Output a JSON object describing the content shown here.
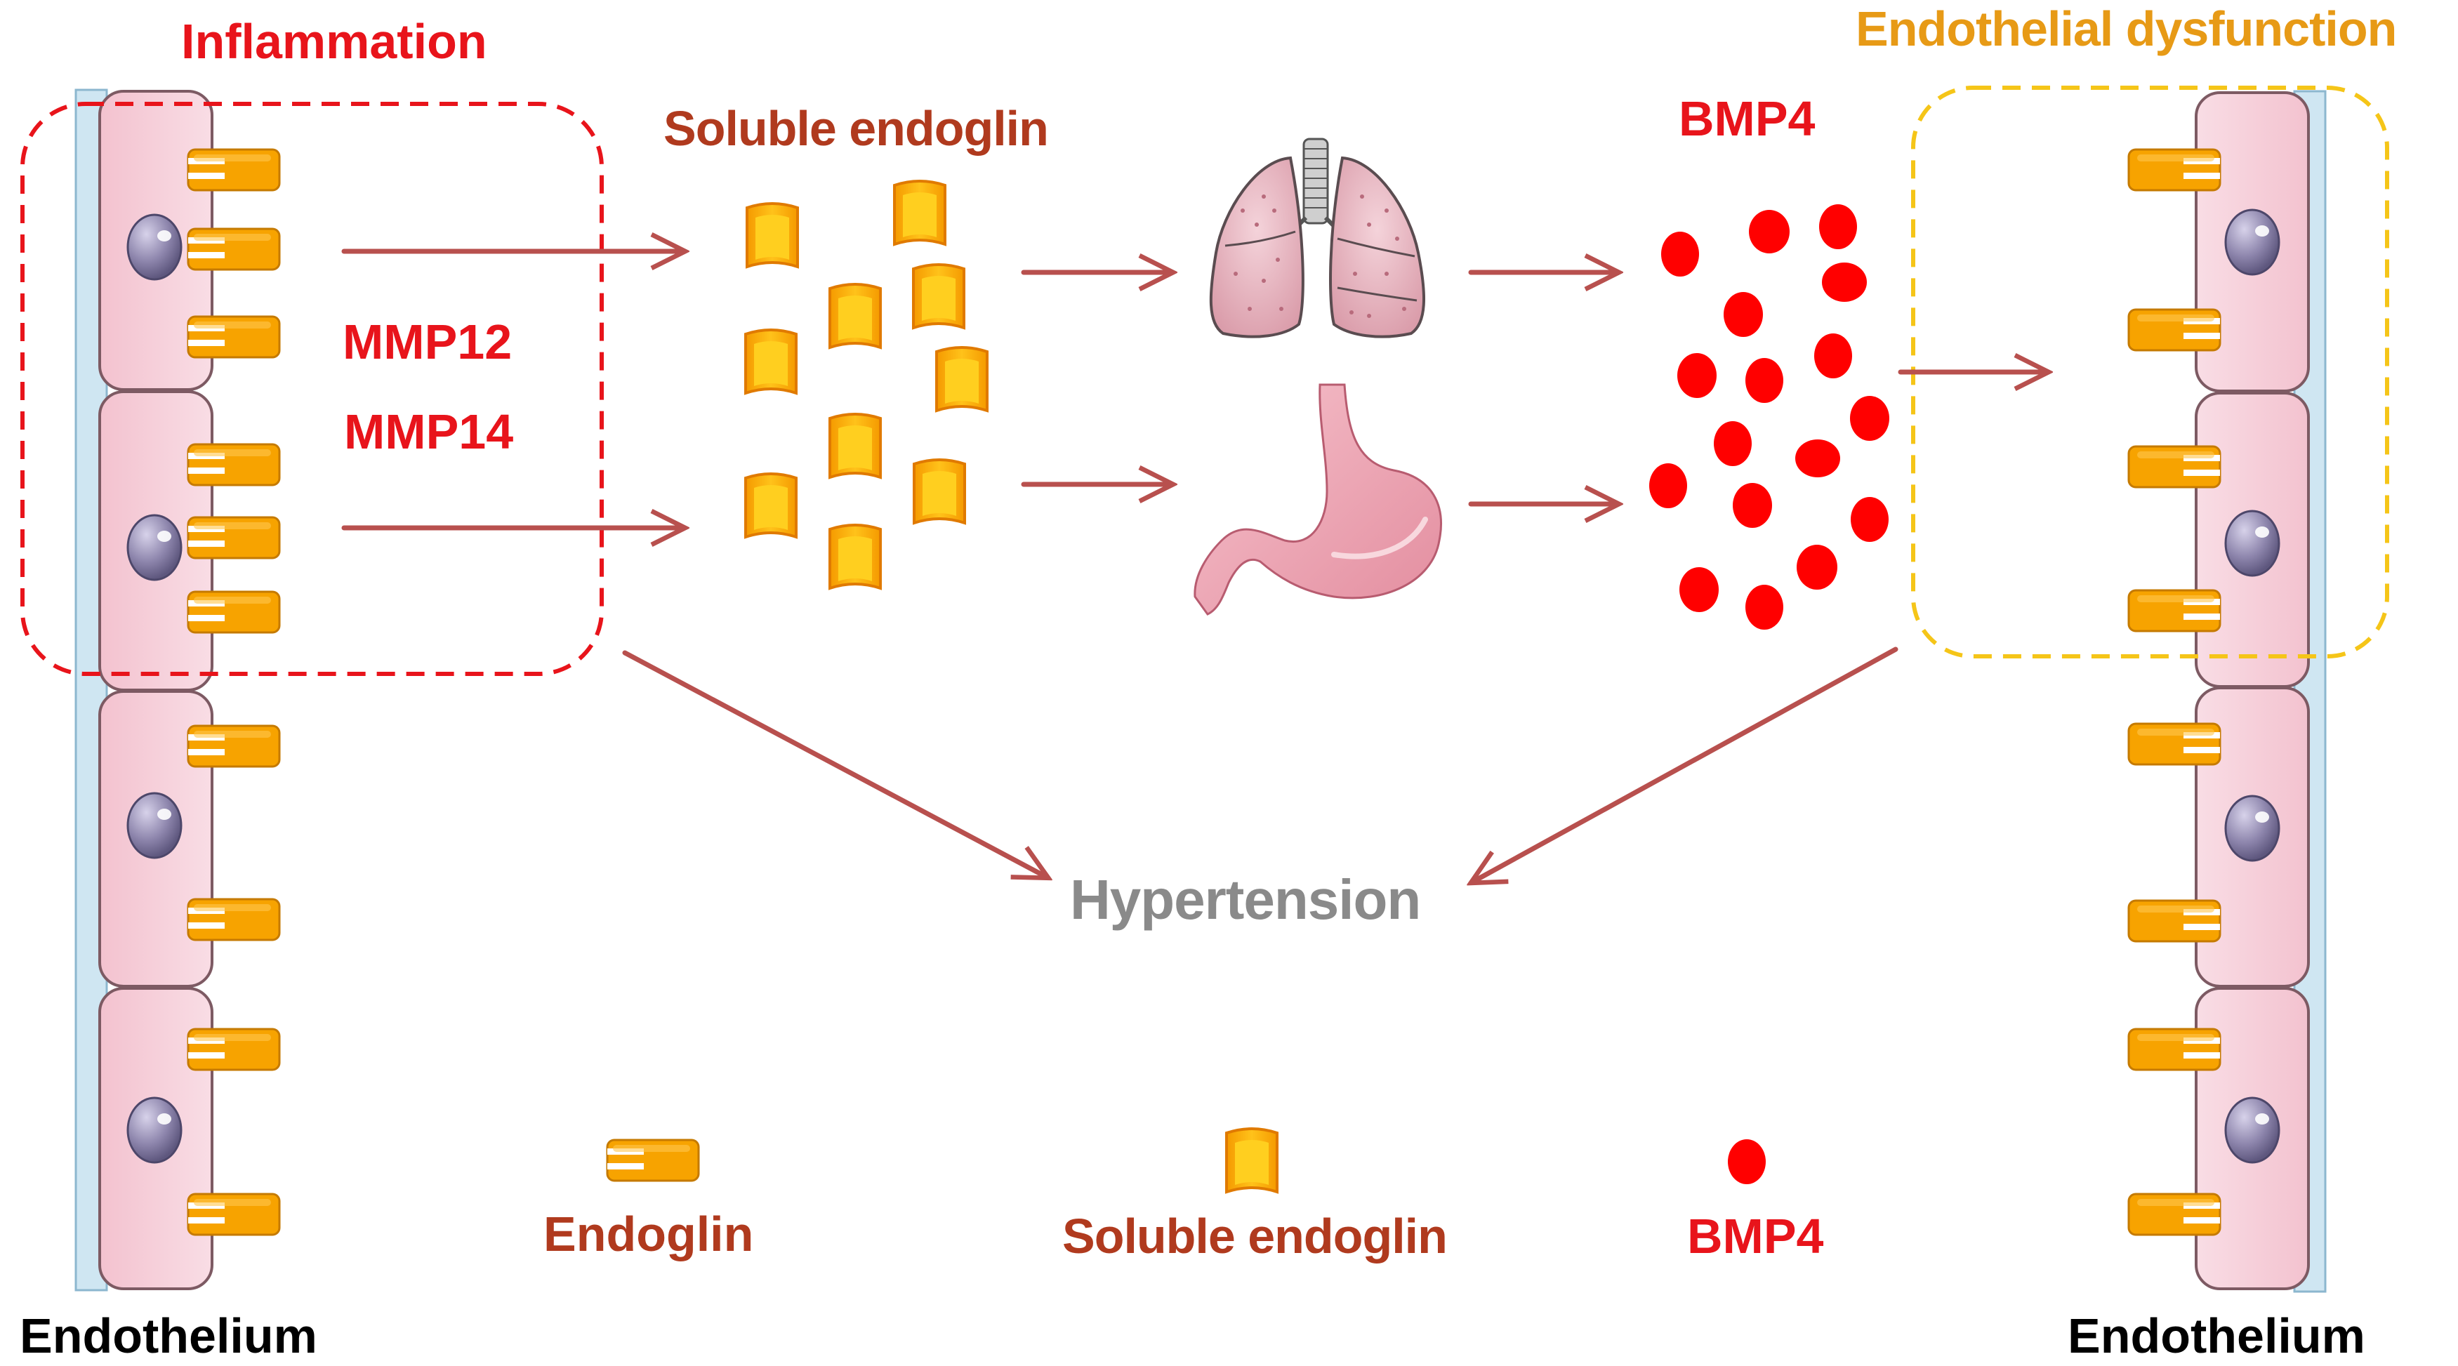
{
  "labels": {
    "inflammation": "Inflammation",
    "endothelial_dysfunction": "Endothelial dysfunction",
    "soluble_endoglin_top": "Soluble endoglin",
    "bmp4_top": "BMP4",
    "mmp12": "MMP12",
    "mmp14": "MMP14",
    "hypertension": "Hypertension",
    "endothelium_left": "Endothelium",
    "endothelium_right": "Endothelium"
  },
  "legend": {
    "endoglin": "Endoglin",
    "soluble_endoglin": "Soluble endoglin",
    "bmp4": "BMP4"
  },
  "colors": {
    "inflammation_box": "#e8141b",
    "dysfunction_box": "#f5c518",
    "arrow": "#b8504e",
    "cell_fill": "#f6cfd9",
    "cell_border": "#7d5a63",
    "membrane": "#cfe6f2",
    "nucleus": "#8e86ad",
    "endoglin": "#f7a300",
    "soluble_endoglin": "#ffbf00",
    "bmp4": "#ff0000",
    "lung": "#e9b9c3",
    "stomach": "#f0aab7"
  },
  "icons": [
    "endothelial-cell-icon",
    "nucleus-icon",
    "endoglin-icon",
    "soluble-endoglin-icon",
    "bmp4-icon",
    "lungs-icon",
    "stomach-icon"
  ]
}
